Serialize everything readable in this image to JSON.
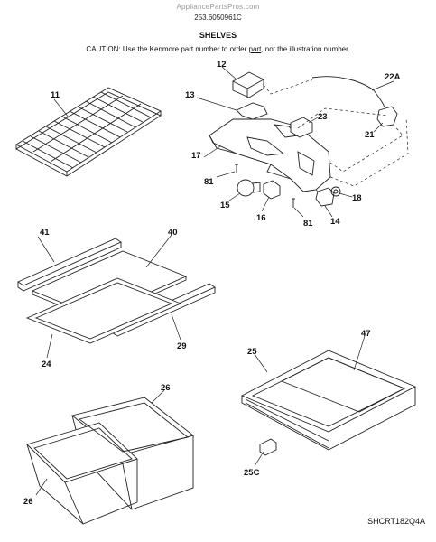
{
  "header": {
    "watermark": "AppliancePartsPros.com",
    "model": "253.6050961C",
    "section_title": "SHELVES",
    "caution_before": "CAUTION: Use the Kenmore part number to order ",
    "caution_underlined": "part",
    "caution_after": ", not the illustration number."
  },
  "callouts": {
    "p11": "11",
    "p12": "12",
    "p13": "13",
    "p22a": "22A",
    "p23": "23",
    "p21": "21",
    "p17": "17",
    "p81a": "81",
    "p18": "18",
    "p15": "15",
    "p16": "16",
    "p81b": "81",
    "p14": "14",
    "p41": "41",
    "p40": "40",
    "p29": "29",
    "p24": "24",
    "p25": "25",
    "p47": "47",
    "p26a": "26",
    "p26b": "26",
    "p25c": "25C"
  },
  "diagram_code": "SHCRT182Q4A"
}
